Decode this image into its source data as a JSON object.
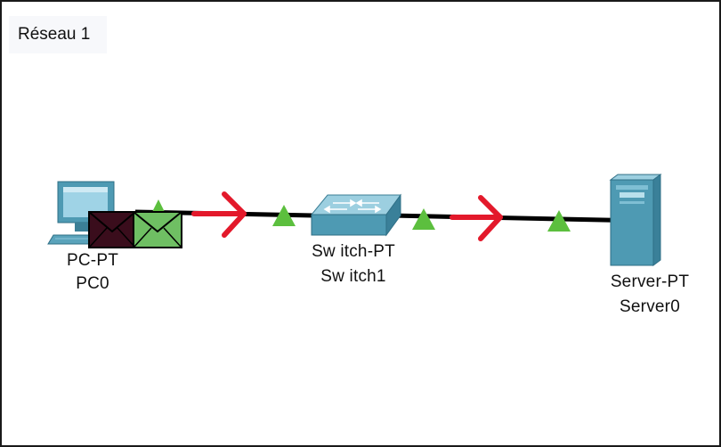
{
  "network": {
    "label": "Réseau 1"
  },
  "devices": [
    {
      "id": "pc",
      "model": "PC-PT",
      "name": "PC0",
      "icon": "desktop-pc-icon"
    },
    {
      "id": "switch",
      "model": "Sw itch-PT",
      "name": "Sw itch1",
      "icon": "network-switch-icon"
    },
    {
      "id": "server",
      "model": "Server-PT",
      "name": "Server0",
      "icon": "server-tower-icon"
    }
  ],
  "links": [
    {
      "from": "PC0",
      "to": "Sw itch1",
      "status": "up",
      "pdu_direction": "to-switch"
    },
    {
      "from": "Sw itch1",
      "to": "Server0",
      "status": "up",
      "pdu_direction": "to-server"
    }
  ],
  "pdus": [
    {
      "type": "envelope",
      "color": "#3a0d1c"
    },
    {
      "type": "envelope",
      "color": "#6fbf63"
    }
  ],
  "colors": {
    "link": "#000000",
    "link_up": "#5cbf3e",
    "flow_arrow": "#e3192b",
    "device": "#5aa3bb"
  }
}
